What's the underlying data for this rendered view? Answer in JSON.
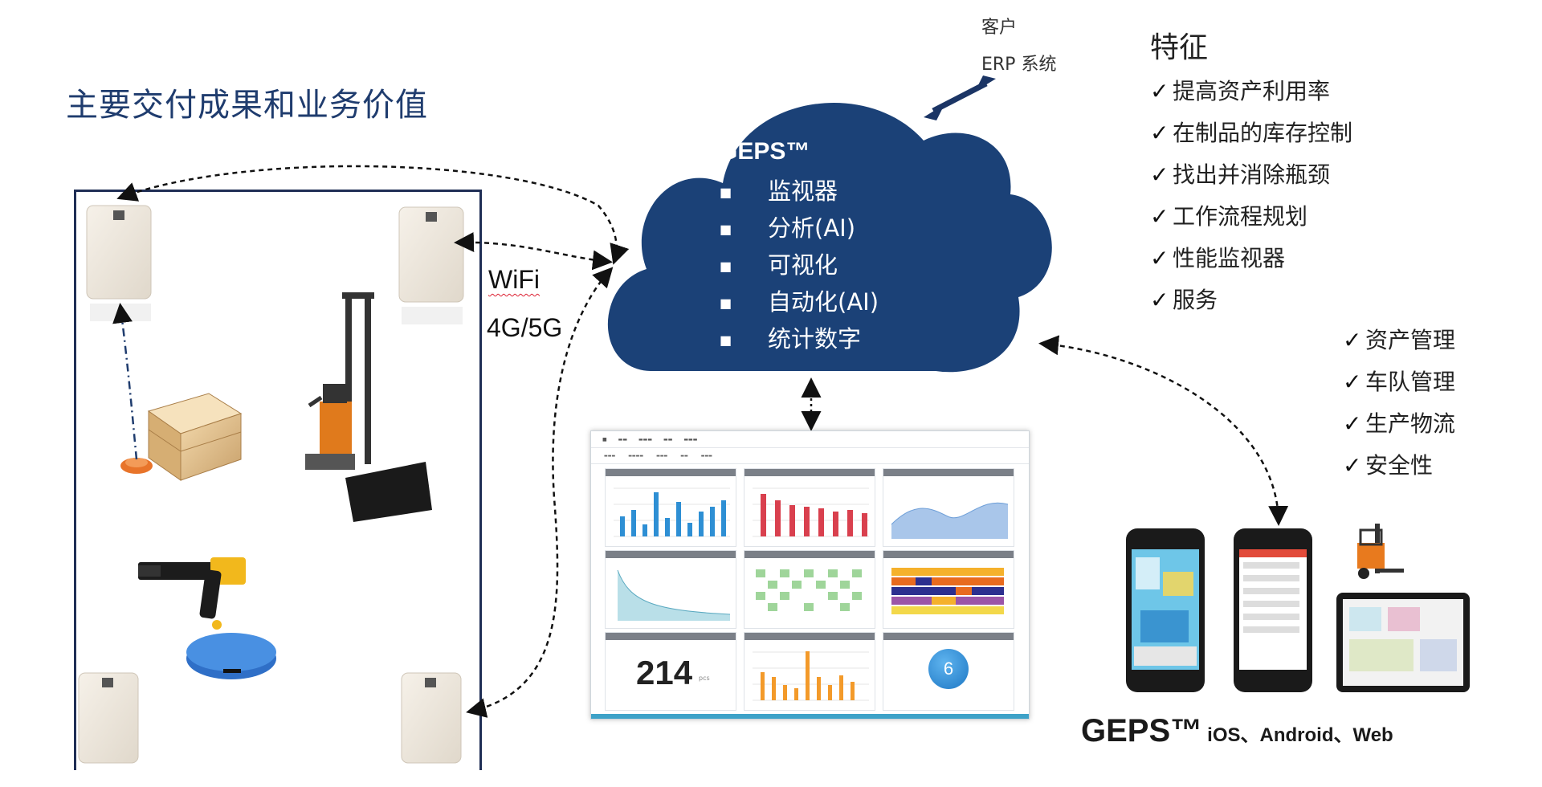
{
  "title": "主要交付成果和业务价值",
  "connection": {
    "wifi": "WiFi",
    "cellular": "4G/5G"
  },
  "erp": {
    "line1": "客户",
    "line2": "ERP 系统"
  },
  "cloud": {
    "name": "GEPS™",
    "items": [
      "监视器",
      "分析(AI)",
      "可视化",
      "自动化(AI)",
      "统计数字"
    ],
    "color": "#1b4177"
  },
  "features": {
    "title": "特征",
    "items": [
      "提高资产利用率",
      "在制品的库存控制",
      "找出并消除瓶颈",
      "工作流程规划",
      "性能监视器",
      "服务"
    ]
  },
  "services": {
    "items": [
      "资产管理",
      "车队管理",
      "生产物流",
      "安全性"
    ]
  },
  "check_mark": "✓",
  "dashboard": {
    "counter_value": "214",
    "counter_unit": "pcs",
    "badge_value": "6"
  },
  "platforms": {
    "name": "GEPS™",
    "list": "iOS、Android、Web"
  }
}
